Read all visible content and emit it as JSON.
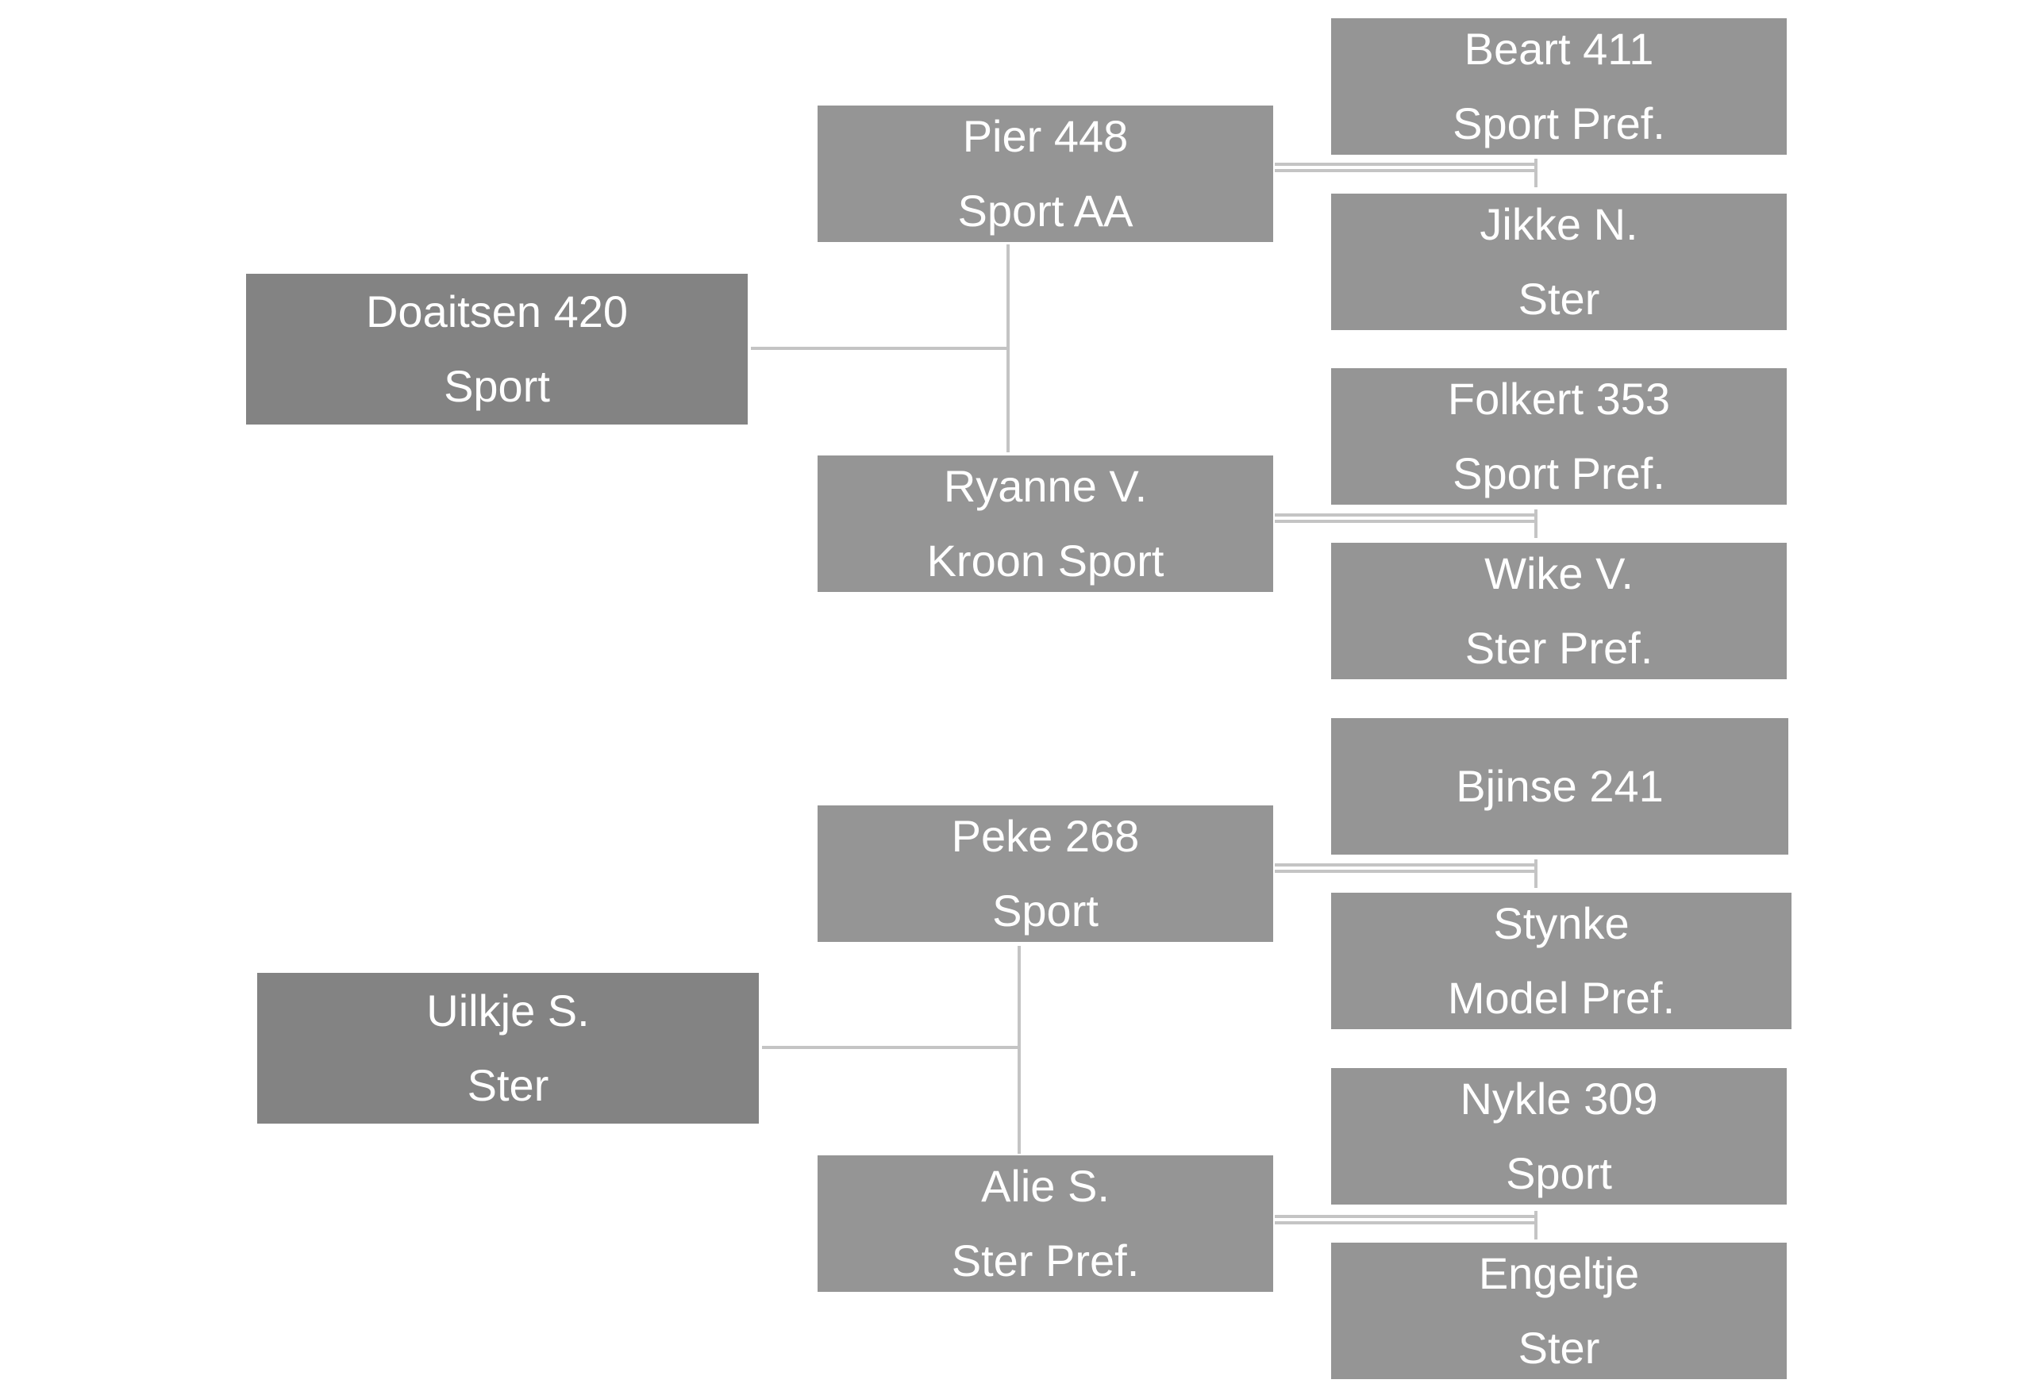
{
  "pedigrees": [
    {
      "root": {
        "name": "Doaitsen 420",
        "title": "Sport"
      },
      "sire": {
        "name": "Pier 448",
        "title": "Sport AA"
      },
      "dam": {
        "name": "Ryanne V.",
        "title": "Kroon Sport"
      },
      "sire_sire": {
        "name": "Beart 411",
        "title": "Sport Pref."
      },
      "sire_dam": {
        "name": "Jikke N.",
        "title": "Ster"
      },
      "dam_sire": {
        "name": "Folkert 353",
        "title": "Sport Pref."
      },
      "dam_dam": {
        "name": "Wike V.",
        "title": "Ster Pref."
      }
    },
    {
      "root": {
        "name": "Uilkje S.",
        "title": "Ster"
      },
      "sire": {
        "name": "Peke 268",
        "title": "Sport"
      },
      "dam": {
        "name": "Alie S.",
        "title": "Ster Pref."
      },
      "sire_sire": {
        "name": "Bjinse 241",
        "title": ""
      },
      "sire_dam": {
        "name": "Stynke",
        "title": "Model Pref."
      },
      "dam_sire": {
        "name": "Nykle 309",
        "title": "Sport"
      },
      "dam_dam": {
        "name": "Engeltje",
        "title": "Ster"
      }
    }
  ],
  "colors": {
    "root_fill": "#838383",
    "node_fill": "#959595",
    "text": "#ffffff",
    "connector": "#c4c4c4"
  }
}
